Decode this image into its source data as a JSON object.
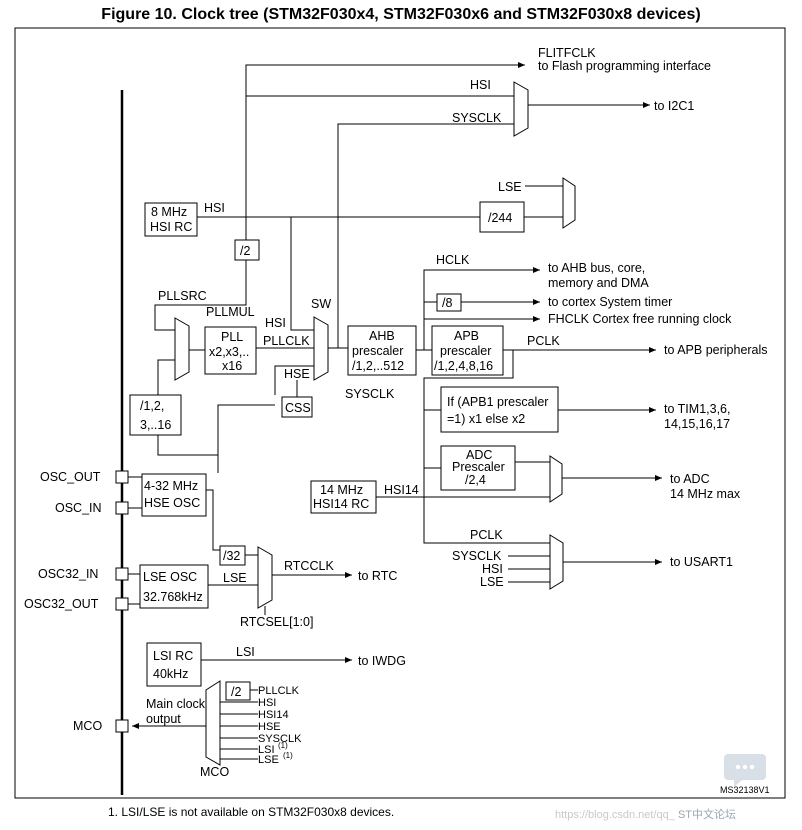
{
  "title": "Figure 10. Clock tree (STM32F030x4, STM32F030x6 and STM32F030x8 devices)",
  "footnote": "1.    LSI/LSE is not available on STM32F030x8 devices.",
  "figure_id": "MS32138V1",
  "watermark": "https://blog.csdn.net/qq_",
  "watermark_site": "ST中文论坛",
  "blocks": {
    "hsi_rc": [
      "8 MHz",
      "HSI RC"
    ],
    "div2": "/2",
    "pll": [
      "PLL",
      "x2,x3,..",
      "x16"
    ],
    "prediv": [
      "/1,2,",
      "3,..16"
    ],
    "hse_osc": [
      "4-32 MHz",
      "HSE OSC"
    ],
    "css": "CSS",
    "ahb": [
      "AHB",
      "prescaler",
      "/1,2,..512"
    ],
    "div8": "/8",
    "apb": [
      "APB",
      "prescaler",
      "/1,2,4,8,16"
    ],
    "apb1_cond": [
      "If (APB1 prescaler",
      "=1) x1 else x2"
    ],
    "adc_pre": [
      "ADC",
      "Prescaler",
      "/2,4"
    ],
    "hsi14_rc": [
      "14 MHz",
      "HSI14 RC"
    ],
    "div244": "/244",
    "div32": "/32",
    "lse_osc": [
      "LSE OSC",
      "32.768kHz"
    ],
    "lsi_rc": [
      "LSI RC",
      "40kHz"
    ],
    "mco_div2": "/2"
  },
  "labels": {
    "flitfclk": "FLITFCLK",
    "flash_if": "to Flash programming interface",
    "hsi_top": "HSI",
    "sysclk_top": "SYSCLK",
    "to_i2c1": "to I2C1",
    "lse_top": "LSE",
    "hsi_8mhz": "HSI",
    "hclk": "HCLK",
    "to_ahb": [
      "to AHB bus, core,",
      "memory and DMA"
    ],
    "to_systimer": "to cortex System timer",
    "fhclk": "FHCLK Cortex free running clock",
    "pclk": "PCLK",
    "to_apb": "to APB peripherals",
    "pllsrc": "PLLSRC",
    "pllmul": "PLLMUL",
    "sw": "SW",
    "sw_hsi": "HSI",
    "pllclk": "PLLCLK",
    "sw_hse": "HSE",
    "sysclk_mid": "SYSCLK",
    "to_tim": [
      "to TIM1,3,6,",
      "14,15,16,17"
    ],
    "to_adc": [
      "to ADC",
      "14 MHz max"
    ],
    "hsi14": "HSI14",
    "usart_pclk": "PCLK",
    "usart_sysclk": "SYSCLK",
    "usart_hsi": "HSI",
    "usart_lse": "LSE",
    "to_usart1": "to USART1",
    "rtcclk": "RTCCLK",
    "to_rtc": "to RTC",
    "rtc_lse": "LSE",
    "rtcsel": "RTCSEL[1:0]",
    "lsi": "LSI",
    "to_iwdg": "to IWDG",
    "main_clock_output": [
      "Main clock",
      "output"
    ],
    "mco_mux": "MCO",
    "mco_inputs": [
      "PLLCLK",
      "HSI",
      "HSI14",
      "HSE",
      "SYSCLK",
      "LSI",
      "LSE"
    ],
    "mco_sup": "(1)"
  },
  "pins": {
    "osc_out": "OSC_OUT",
    "osc_in": "OSC_IN",
    "osc32_in": "OSC32_IN",
    "osc32_out": "OSC32_OUT",
    "mco": "MCO"
  }
}
